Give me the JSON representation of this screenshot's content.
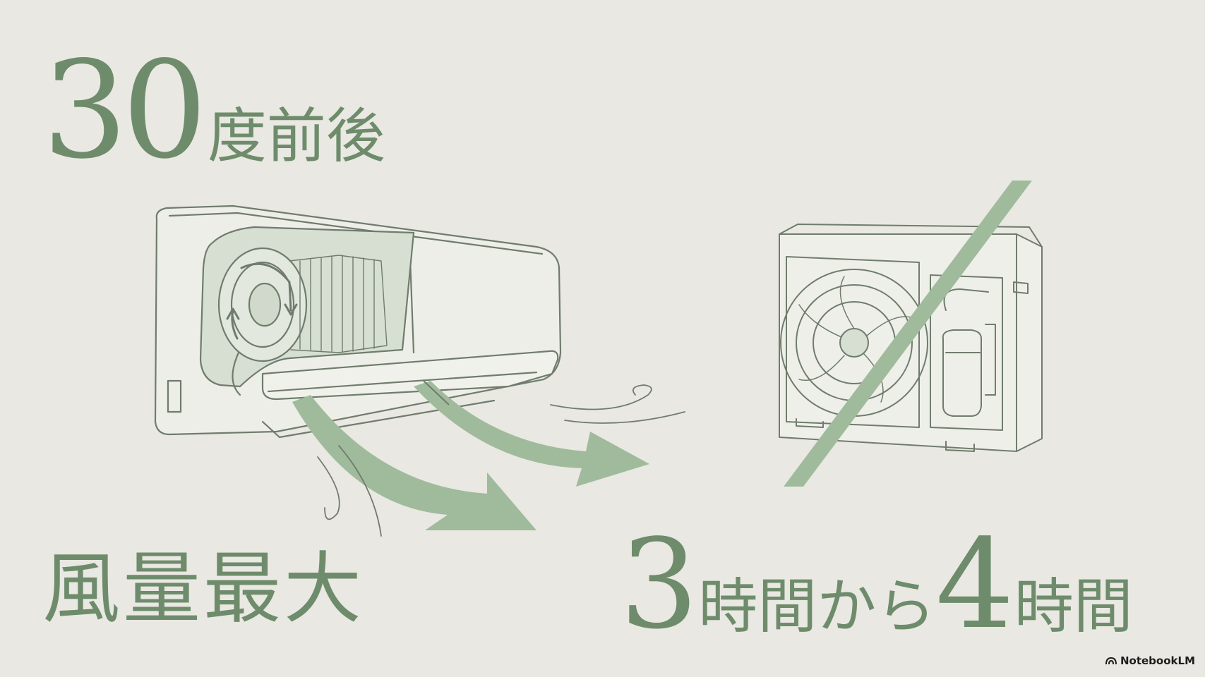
{
  "headline": {
    "temperature_number": "30",
    "temperature_suffix": "度前後",
    "fan_setting": "風量最大",
    "duration_start_number": "3",
    "duration_start_unit": "時間から",
    "duration_end_number": "4",
    "duration_end_unit": "時間"
  },
  "illustrations": {
    "indoor_unit": "indoor-ac-unit-illustration",
    "outdoor_unit": "outdoor-ac-unit-illustration",
    "airflow": "airflow-arrows",
    "slash": "slash-mark"
  },
  "colors": {
    "accent_green": "#6e8c6b",
    "arrow_green": "#9fbb9c",
    "line_gray": "#6f7c6c",
    "background": "#e9e8e2"
  },
  "branding": {
    "name": "NotebookLM"
  }
}
